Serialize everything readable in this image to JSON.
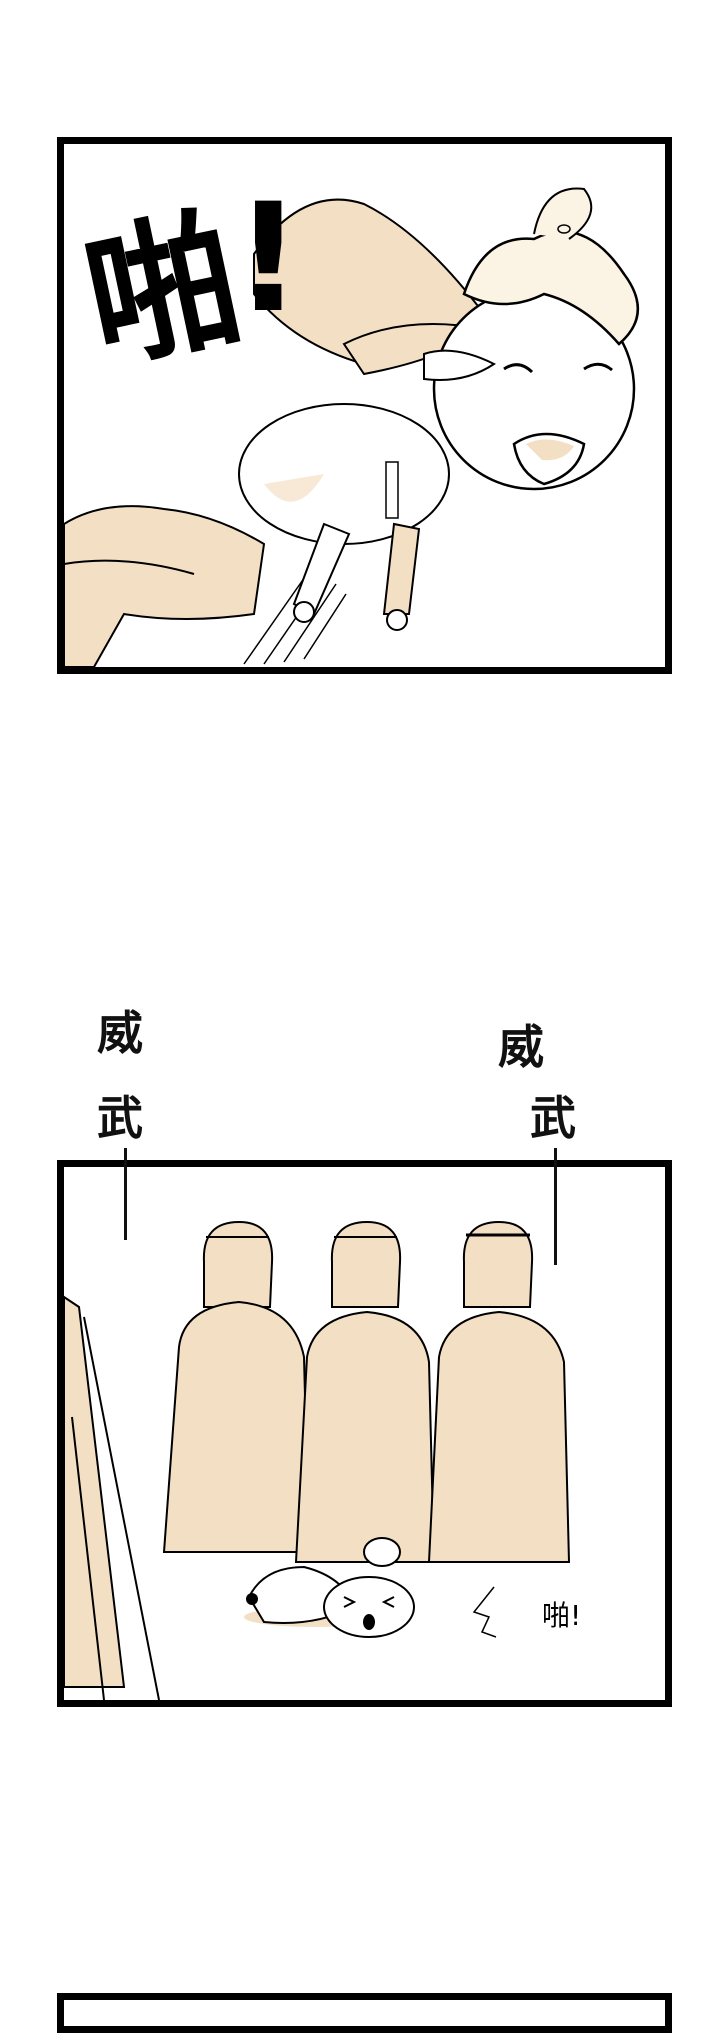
{
  "comic": {
    "colors": {
      "ink": "#000000",
      "tone": "#F3DFC3",
      "paper": "#FFFFFF"
    },
    "panel1": {
      "sfx_main": "啪",
      "sfx_punct": "!"
    },
    "panel2": {
      "chant_left": [
        "威",
        "武"
      ],
      "chant_right": [
        "威",
        "武"
      ],
      "sfx": "啪!"
    },
    "panel3": {}
  }
}
